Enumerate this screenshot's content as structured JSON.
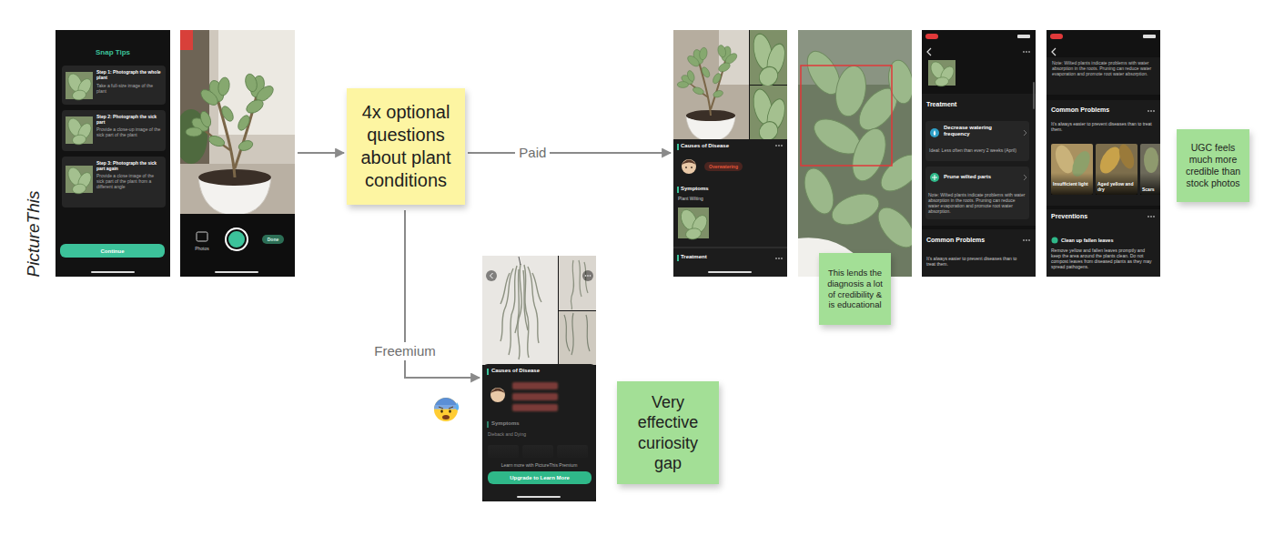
{
  "diagram": {
    "nodes": [
      {
        "text": [
          "Snap Tips"
        ]
      },
      {
        "text": [
          "Step 1: Photograph the whole plant",
          "Take a full-size image of the plant"
        ],
        "in": 0
      },
      {
        "text": [
          "Step 2: Photograph the sick part",
          "Provide a close-up image of the sick part of the plant"
        ],
        "in": 0
      },
      {
        "text": [
          "Step 3: Photograph the sick part again",
          "Provide a close image of the sick part of the plant from a different angle"
        ],
        "in": 0
      },
      {
        "text": [
          "Continue"
        ],
        "in": 0
      },
      {
        "text": [
          "Photos"
        ]
      },
      {
        "text": [
          "Done"
        ],
        "in": 5
      },
      {
        "text": [
          "4x optional questions about plant conditions"
        ]
      },
      {
        "text": [
          "Causes of Disease",
          "Symptoms",
          "Plant Wilting",
          "Treatment"
        ]
      },
      {
        "text": [
          "Overwatering"
        ],
        "in": 8
      },
      {
        "text": [
          "This lends the diagnosis a lot of credibility & is educational"
        ]
      },
      {
        "text": [
          "Treatment",
          "Note: Wilted plants indicate problems with water absorption in the roots. Pruning can reduce water evaporation and promote root water absorption.",
          "Common Problems",
          "It's always easier to prevent diseases than to treat them."
        ]
      },
      {
        "text": [
          "Decrease watering frequency",
          "Ideal: Less often than every 2 weeks (April)"
        ],
        "in": 11
      },
      {
        "text": [
          "Prune wilted parts"
        ],
        "in": 11
      },
      {
        "text": [
          "Note: Wilted plants indicate problems with water absorption in the roots. Pruning can reduce water evaporation and promote root water absorption.",
          "Common Problems",
          "It's always easier to prevent diseases than to treat them.",
          "Insufficient light",
          "Aged yellow and dry",
          "Scars",
          "Preventions",
          "Clean up fallen leaves",
          "Remove yellow and fallen leaves promptly and keep the area around the plants clean. Do not compost leaves from diseased plants as they may spread pathogens."
        ]
      },
      {
        "text": [
          "UGC feels much more credible than stock photos"
        ]
      },
      {
        "text": [
          "Causes of Disease",
          "Symptoms",
          "Dieback and Dying",
          "Learn more with PictureThis Premium"
        ]
      },
      {
        "text": [
          "Upgrade to Learn More"
        ],
        "in": 16
      },
      {
        "text": [
          "Very effective curiosity gap"
        ]
      }
    ],
    "edges": [
      {
        "from": 5,
        "to": 7,
        "arrow": "to"
      },
      {
        "from": 7,
        "to": 8,
        "label": "Paid",
        "arrow": "to"
      },
      {
        "from": 7,
        "to": 16,
        "label": "Freemium",
        "arrow": "to"
      }
    ],
    "labels": [
      "PictureThis"
    ]
  }
}
